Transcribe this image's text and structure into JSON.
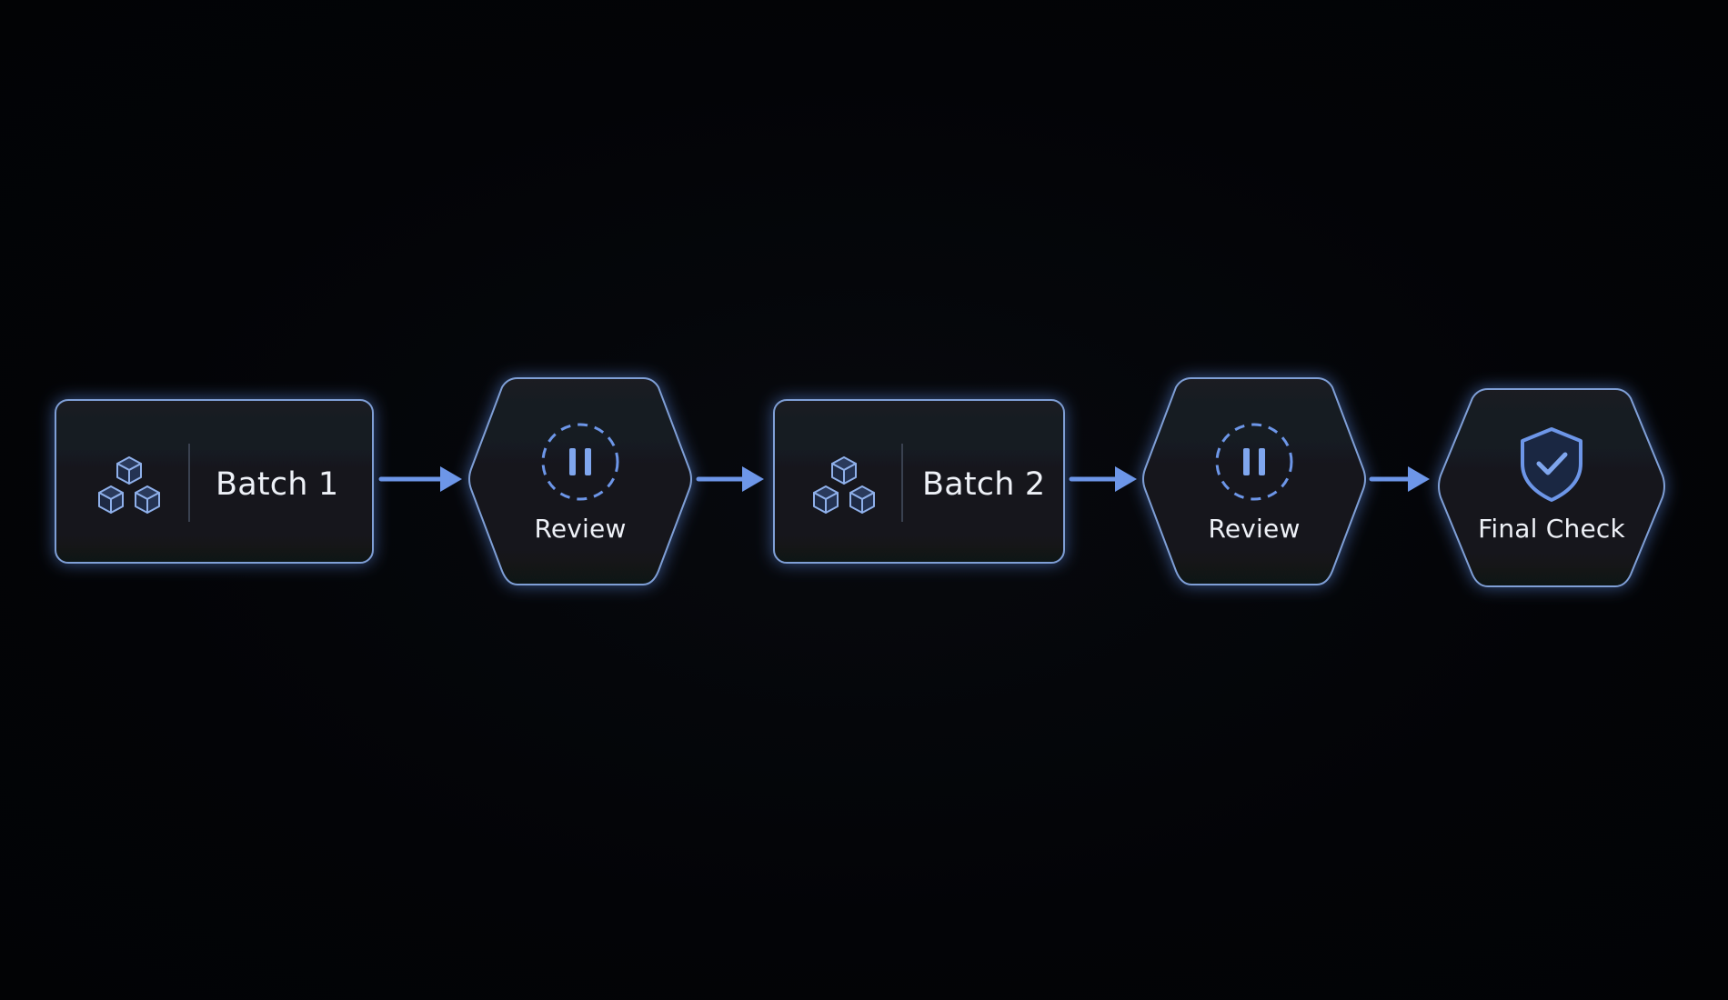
{
  "colors": {
    "background": "#030407",
    "node_fill": "#15181e",
    "node_border": "#7f9fd6",
    "accent": "#6d96e8",
    "text": "#eef1f7"
  },
  "nodes": [
    {
      "kind": "batch",
      "label": "Batch 1",
      "icon": "cubes-icon"
    },
    {
      "kind": "checkpoint",
      "label": "Review",
      "icon": "pause-icon"
    },
    {
      "kind": "batch",
      "label": "Batch 2",
      "icon": "cubes-icon"
    },
    {
      "kind": "checkpoint",
      "label": "Review",
      "icon": "pause-icon"
    },
    {
      "kind": "final",
      "label": "Final Check",
      "icon": "shield-check-icon"
    }
  ],
  "edges": [
    {
      "from": 0,
      "to": 1
    },
    {
      "from": 1,
      "to": 2
    },
    {
      "from": 2,
      "to": 3
    },
    {
      "from": 3,
      "to": 4
    }
  ]
}
